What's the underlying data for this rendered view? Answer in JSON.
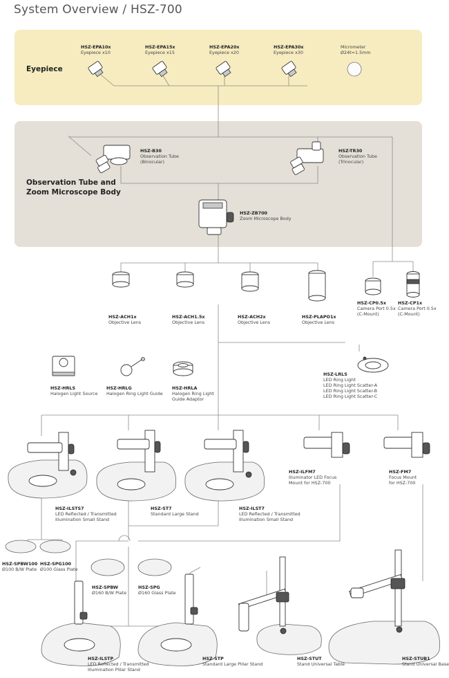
{
  "title": "System Overview / HSZ-700",
  "sections": {
    "eyepiece": "Eyepiece",
    "body_line1": "Observation Tube and",
    "body_line2": "Zoom Microscope Body"
  },
  "eyepieces": [
    {
      "code": "HSZ-EPA10x",
      "desc": "Eyepiece x10"
    },
    {
      "code": "HSZ-EPA15x",
      "desc": "Eyepiece x15"
    },
    {
      "code": "HSZ-EPA20x",
      "desc": "Eyepiece x20"
    },
    {
      "code": "HSZ-EPA30x",
      "desc": "Eyepiece x30"
    }
  ],
  "micrometer": {
    "line1": "Micrometer",
    "line2": "Ø24t=1.5mm"
  },
  "tubes": [
    {
      "code": "HSZ-B30",
      "desc1": "Observation Tube",
      "desc2": "(Binocular)"
    },
    {
      "code": "HSZ-TR30",
      "desc1": "Observation Tube",
      "desc2": "(Trinocular)"
    }
  ],
  "zoom_body": {
    "code": "HSZ-ZB700",
    "desc": "Zoom Microscope Body"
  },
  "objectives": [
    {
      "code": "HSZ-ACH1x",
      "desc": "Objective Lens"
    },
    {
      "code": "HSZ-ACH1.5x",
      "desc": "Objective Lens"
    },
    {
      "code": "HSZ-ACH2x",
      "desc": "Objective Lens"
    },
    {
      "code": "HSZ-PLAPO1x",
      "desc": "Objective Lens"
    }
  ],
  "camera_ports": [
    {
      "code": "HSZ-CP0.5x",
      "desc1": "Camera Port 0.5x",
      "desc2": "(C-Mount)"
    },
    {
      "code": "HSZ-CP1x",
      "desc1": "Camera Port 0.5x",
      "desc2": "(C-Mount)"
    }
  ],
  "lights": [
    {
      "code": "HSZ-HRLS",
      "lines": [
        "Halogen Light Source"
      ]
    },
    {
      "code": "HSZ-HRLG",
      "lines": [
        "Halogen Ring Light Guide"
      ]
    },
    {
      "code": "HSZ-HRLA",
      "lines": [
        "Halogen Ring Light",
        "Guide Adaptor"
      ]
    },
    {
      "code": "HSZ-LRLS",
      "lines": [
        "LED Ring Light",
        "LED Ring Light Scatter-A",
        "LED Ring Light Scatter-B",
        "LED Ring Light Scatter-C"
      ]
    }
  ],
  "stands": [
    {
      "code": "HSZ-ILSTS7",
      "lines": [
        "LED Reflected / Transmitted",
        "Illumination Small Stand"
      ]
    },
    {
      "code": "HSZ-ST7",
      "lines": [
        "Standard Large Stand"
      ]
    },
    {
      "code": "HSZ-ILST7",
      "lines": [
        "LED Reflected / Transmitted",
        "Illumination Small Stand"
      ]
    },
    {
      "code": "HSZ-ILFM7",
      "lines": [
        "Illuminator LED Focus",
        "Mount for HSZ-700"
      ]
    },
    {
      "code": "HSZ-FM7",
      "lines": [
        "Focus Mount",
        "for HSZ-700"
      ]
    }
  ],
  "plates": [
    {
      "code": "HSZ-SPBW100",
      "desc": "Ø100 B/W Plate"
    },
    {
      "code": "HSZ-SPG100",
      "desc": "Ø100 Glass Plate"
    },
    {
      "code": "HSZ-SPBW",
      "desc": "Ø160 B/W Plate"
    },
    {
      "code": "HSZ-SPG",
      "desc": "Ø160 Glass Plate"
    }
  ],
  "bases": [
    {
      "code": "HSZ-ILSTP",
      "lines": [
        "LED Reflected / Transmitted",
        "Illumination Pillar Stand"
      ]
    },
    {
      "code": "HSZ-STP",
      "lines": [
        "Standard Large Pillar Stand"
      ]
    },
    {
      "code": "HSZ-STUT",
      "lines": [
        "Stand Universal Table"
      ]
    },
    {
      "code": "HSZ-STUB1",
      "lines": [
        "Stand Universal Base"
      ]
    }
  ],
  "colors": {
    "eyepiece_panel": "#f6ecc0",
    "body_panel": "#e4e0d8",
    "connector": "#8a8a8a"
  }
}
